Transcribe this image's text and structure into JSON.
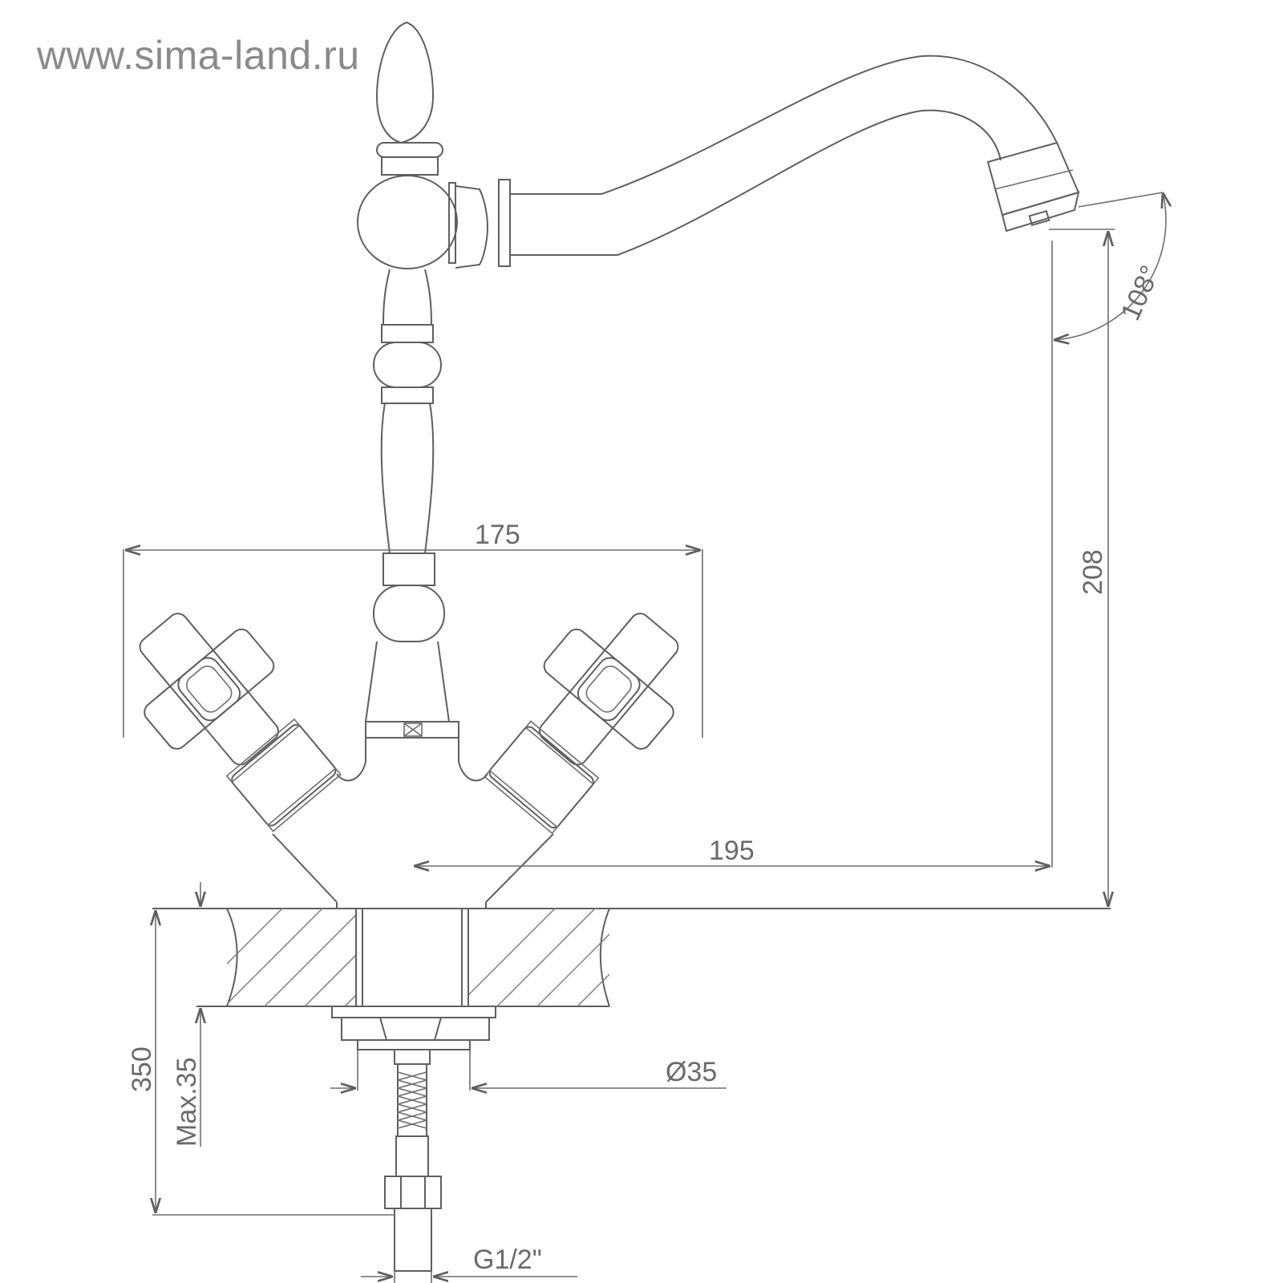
{
  "watermark": "www.sima-land.ru",
  "dimensions": {
    "width_handles": "175",
    "spout_height": "208",
    "spout_reach": "195",
    "total_height": "350",
    "max_thickness": "Max.35",
    "hole_diameter": "Ø35",
    "thread": "G1/2\"",
    "rotation_angle": "108°"
  }
}
